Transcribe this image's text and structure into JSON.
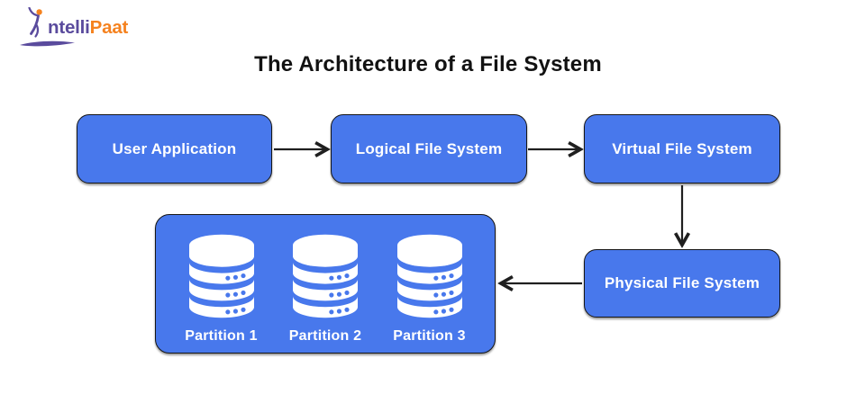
{
  "page": {
    "title": "The Architecture of a File System"
  },
  "logo": {
    "brand": "IntelliPaat",
    "text_primary": "ntelli",
    "text_secondary": "Paat"
  },
  "colors": {
    "page_background": "#ffffff",
    "title_text": "#121212",
    "node_fill": "#4878EC",
    "node_border": "#161616",
    "node_text": "#ffffff",
    "arrow": "#1f1f1f",
    "logo_purple": "#5A4B9D",
    "logo_orange": "#F5821F"
  },
  "diagram": {
    "nodes": [
      {
        "id": "user-application",
        "label": "User Application"
      },
      {
        "id": "logical-file-system",
        "label": "Logical File System"
      },
      {
        "id": "virtual-file-system",
        "label": "Virtual File System"
      },
      {
        "id": "physical-file-system",
        "label": "Physical File System"
      }
    ],
    "partitions": [
      {
        "label": "Partition 1",
        "icon": "database-icon"
      },
      {
        "label": "Partition 2",
        "icon": "database-icon"
      },
      {
        "label": "Partition 3",
        "icon": "database-icon"
      }
    ],
    "connections": [
      {
        "from": "user-application",
        "to": "logical-file-system",
        "direction": "right"
      },
      {
        "from": "logical-file-system",
        "to": "virtual-file-system",
        "direction": "right"
      },
      {
        "from": "virtual-file-system",
        "to": "physical-file-system",
        "direction": "down"
      },
      {
        "from": "physical-file-system",
        "to": "partitions",
        "direction": "left"
      }
    ]
  }
}
